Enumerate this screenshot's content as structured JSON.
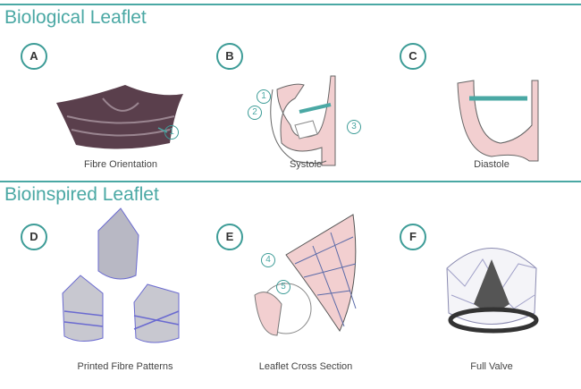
{
  "sections": [
    {
      "title": "Biological Leaflet",
      "panels": [
        {
          "letter": "A",
          "caption": "Fibre Orientation",
          "markers": [
            "1"
          ]
        },
        {
          "letter": "B",
          "caption": "Systole",
          "markers": [
            "1",
            "2",
            "3"
          ]
        },
        {
          "letter": "C",
          "caption": "Diastole",
          "markers": []
        }
      ]
    },
    {
      "title": "Bioinspired Leaflet",
      "panels": [
        {
          "letter": "D",
          "caption": "Printed Fibre Patterns",
          "markers": []
        },
        {
          "letter": "E",
          "caption": "Leaflet Cross Section",
          "markers": [
            "4",
            "5"
          ]
        },
        {
          "letter": "F",
          "caption": "Full Valve",
          "markers": []
        }
      ]
    }
  ],
  "colors": {
    "accent": "#4aa8a4",
    "leaflet_pink": "#f2cfd0",
    "fibre_blue": "#6a6ad0"
  }
}
